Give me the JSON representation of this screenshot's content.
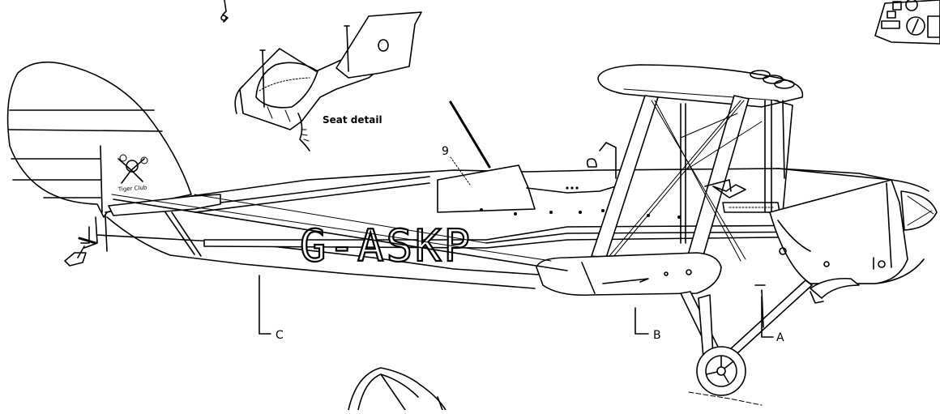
{
  "diagram": {
    "registration": "G-ASKP",
    "seat_caption": "Seat detail",
    "fin_text": "Tiger Club",
    "callouts": {
      "nine": "9",
      "a": "A",
      "b": "B",
      "c": "C"
    }
  }
}
